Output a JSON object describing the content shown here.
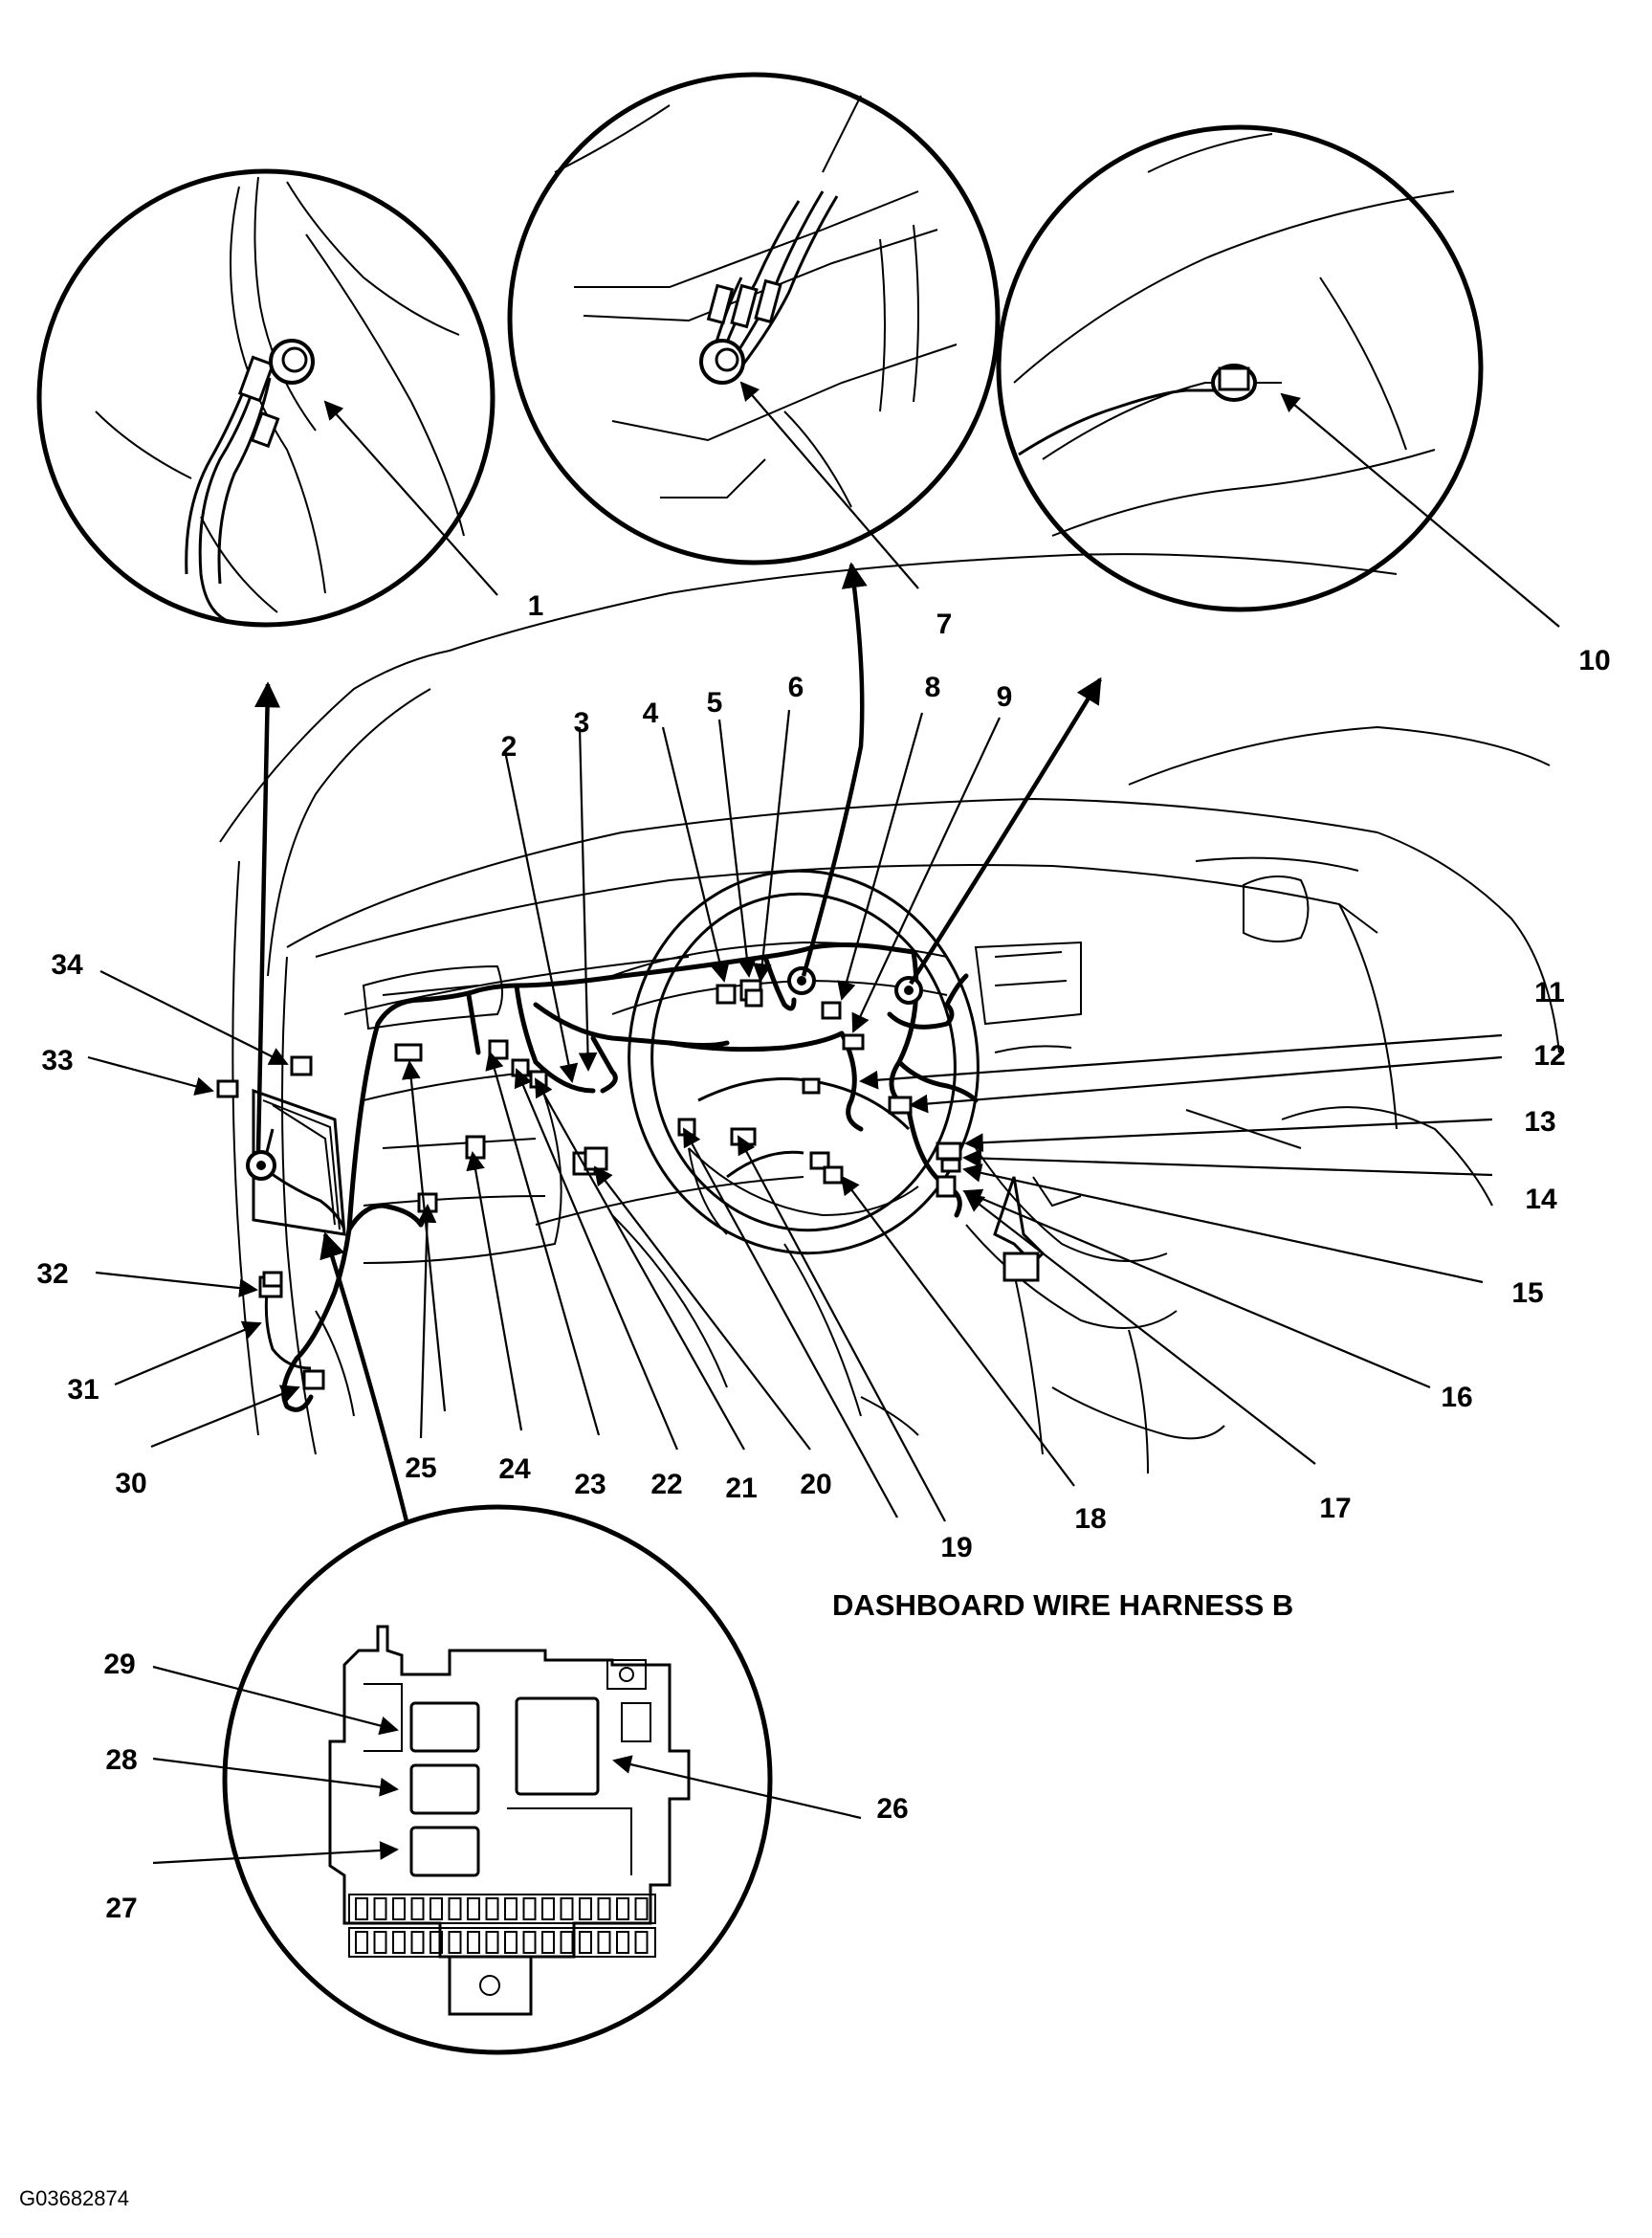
{
  "diagram": {
    "harness_title": "DASHBOARD WIRE HARNESS B",
    "figure_id": "G03682874",
    "callouts": [
      "1",
      "2",
      "3",
      "4",
      "5",
      "6",
      "7",
      "8",
      "9",
      "10",
      "11",
      "12",
      "13",
      "14",
      "15",
      "16",
      "17",
      "18",
      "19",
      "20",
      "21",
      "22",
      "23",
      "24",
      "25",
      "26",
      "27",
      "28",
      "29",
      "30",
      "31",
      "32",
      "33",
      "34"
    ]
  },
  "colors": {
    "ink": "#000000",
    "paper": "#ffffff"
  }
}
